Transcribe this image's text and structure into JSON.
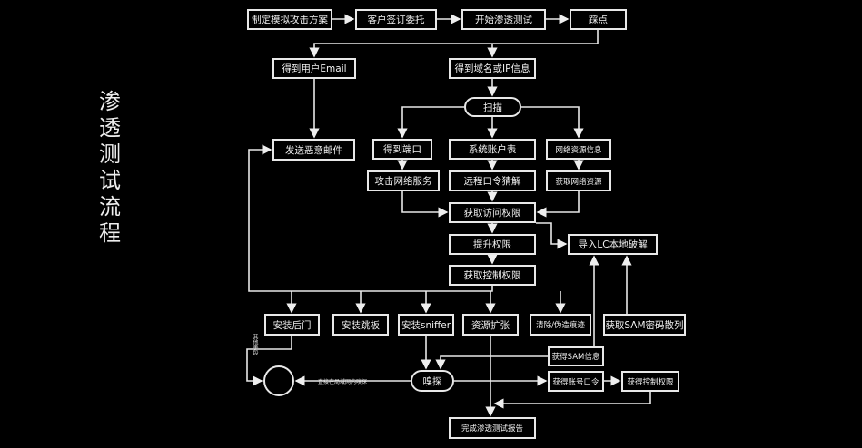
{
  "title": "渗透测试流程",
  "nodes": {
    "plan": "制定模拟攻击方案",
    "contract": "客户签订委托",
    "start": "开始渗透测试",
    "footprint": "踩点",
    "email": "得到用户Email",
    "domain_ip": "得到域名或IP信息",
    "scan": "扫描",
    "phish": "发送恶意邮件",
    "ports": "得到端口",
    "accounts": "系统账户表",
    "net_info": "网络资源信息",
    "attack_service": "攻击网络服务",
    "guess_pw": "远程口令猜解",
    "get_net_res": "获取网络资源",
    "access": "获取访问权限",
    "escalate": "提升权限",
    "lc_crack": "导入LC本地破解",
    "control": "获取控制权限",
    "backdoor": "安装后门",
    "pivot": "安装跳板",
    "sniffer": "安装sniffer",
    "expand": "资源扩张",
    "clean": "清除/伪造痕迹",
    "sam_hash": "获取SAM密码散列",
    "sam_info": "获得SAM信息",
    "sniff": "嗅探",
    "account_pw": "获得账号口令",
    "control2": "获得控制权限",
    "report": "完成渗透测试报告"
  },
  "labels": {
    "other_means": "其他手段",
    "lan_sniff": "直接在局域网内嗅探"
  }
}
